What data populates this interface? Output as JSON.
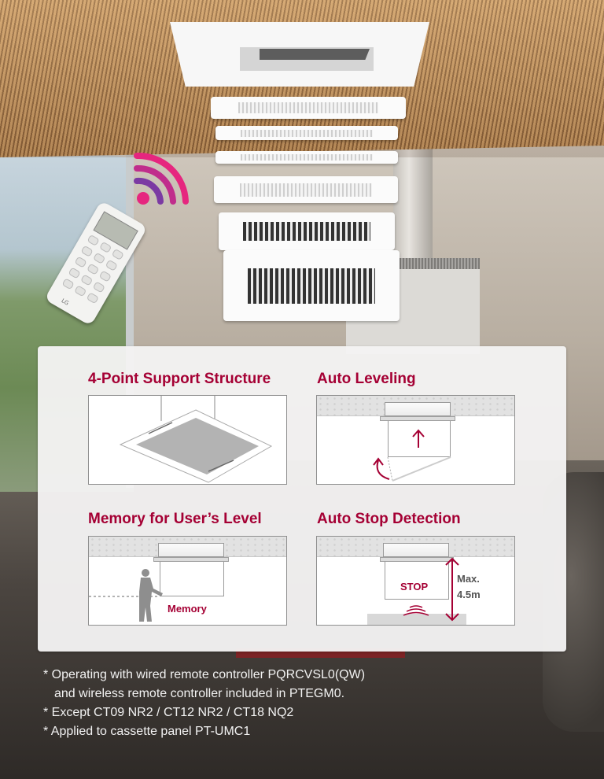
{
  "background": {
    "scene": "living room with ceiling cassette air conditioner",
    "brand_color": "#a50034",
    "wifi_colors": [
      "#e6267f",
      "#7b3aa3"
    ]
  },
  "remote": {
    "brand": "LG",
    "icon": "remote-control-icon"
  },
  "features": [
    {
      "title": "4-Point Support Structure",
      "illustration": "panel-suspended-four-points"
    },
    {
      "title": "Auto Leveling",
      "illustration": "auto-leveling-panel",
      "arrow_icon": "arrow-up-icon"
    },
    {
      "title": "Memory for User’s Level",
      "illustration": "user-memory-height",
      "label": "Memory"
    },
    {
      "title": "Auto Stop Detection",
      "illustration": "obstacle-stop",
      "label": "STOP",
      "max_label_line1": "Max.",
      "max_label_line2": "4.5m"
    }
  ],
  "notes": [
    "* Operating with wired remote controller PQRCVSL0(QW)",
    "and wireless remote controller included in PTEGM0.",
    "* Except CT09 NR2 / CT12 NR2 / CT18 NQ2",
    "* Applied to cassette panel PT-UMC1"
  ]
}
